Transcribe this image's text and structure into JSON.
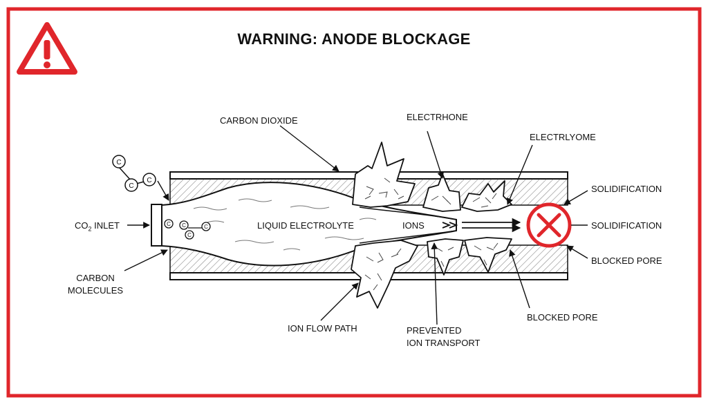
{
  "title": "WARNING: ANODE BLOCKAGE",
  "colors": {
    "border": "#e0262b",
    "ink": "#111111",
    "hatch": "#888888",
    "background": "#ffffff"
  },
  "icons": {
    "warning": "warning-triangle-icon",
    "block": "blocked-x-icon",
    "carbon": "carbon-atom-icon"
  },
  "atom_symbol": "C",
  "labels": {
    "co2_inlet_pre": "CO",
    "co2_inlet_sub": "2",
    "co2_inlet_post": " INLET",
    "carbon_molecules_1": "CARBON",
    "carbon_molecules_2": "MOLECULES",
    "carbon_dioxide": "CARBON DIOXIDE",
    "liquid_electrolyte": "LIQUID ELECTROLYTE",
    "ions": "IONS",
    "electrhone": "ELECTRHONE",
    "electrlyome": "ELECTRLYOME",
    "solidification_top": "SOLIDIFICATION",
    "solidification_mid": "SOLIDIFICATION",
    "blocked_pore_right": "BLOCKED PORE",
    "blocked_pore_bottom": "BLOCKED PORE",
    "ion_flow_path": "ION FLOW PATH",
    "prevented_1": "PREVENTED",
    "prevented_2": "ION TRANSPORT"
  }
}
